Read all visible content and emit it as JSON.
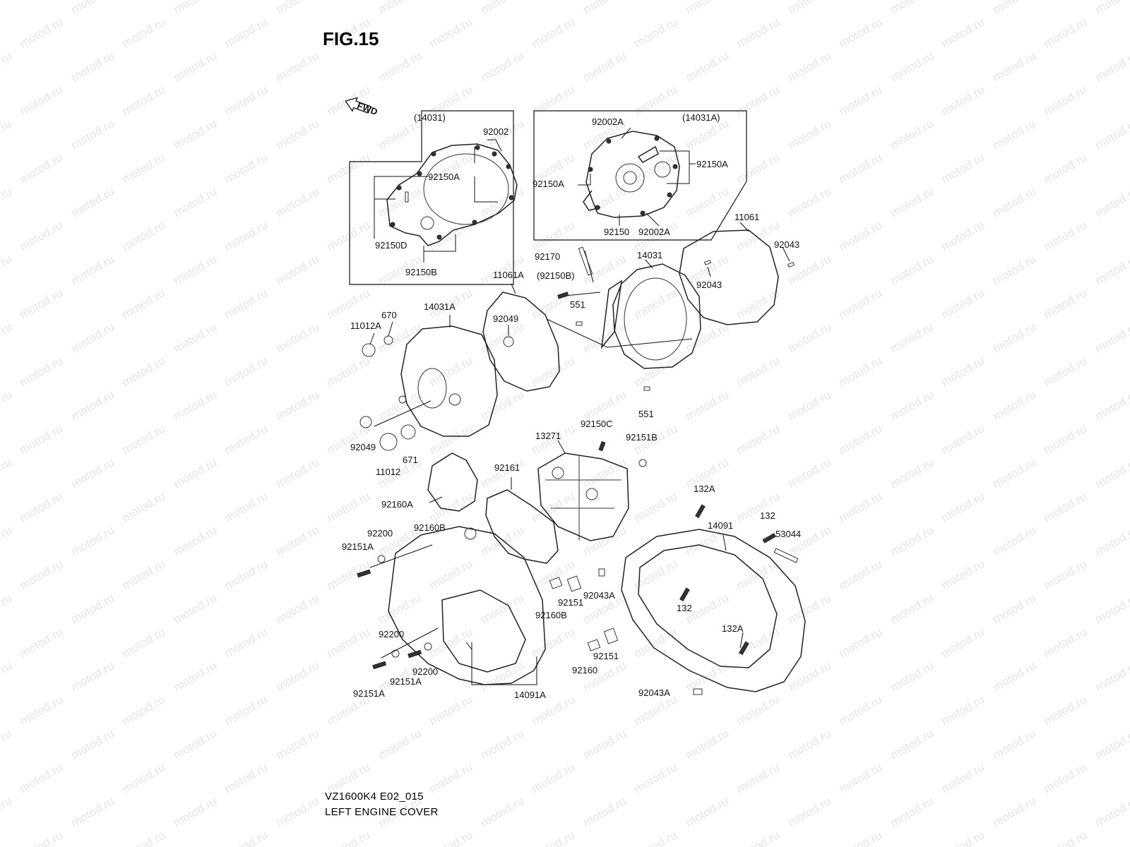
{
  "figure": {
    "title": "FIG.15",
    "model_code": "VZ1600K4 E02_015",
    "caption": "LEFT ENGINE COVER",
    "watermark": "motod.ru",
    "fwd_label": "FWD"
  },
  "insets": [
    {
      "header": "(14031)",
      "labels": [
        "92002",
        "92150A",
        "92150D",
        "92150B"
      ]
    },
    {
      "header": "(14031A)",
      "labels": [
        "92002A",
        "92150A",
        "92150A",
        "92150",
        "92002A"
      ]
    }
  ],
  "callouts": [
    {
      "id": "c1",
      "text": "(14031)"
    },
    {
      "id": "c2",
      "text": "92002"
    },
    {
      "id": "c3",
      "text": "92150A"
    },
    {
      "id": "c4",
      "text": "92150D"
    },
    {
      "id": "c5",
      "text": "92150B"
    },
    {
      "id": "c6",
      "text": "92002A"
    },
    {
      "id": "c7",
      "text": "(14031A)"
    },
    {
      "id": "c8",
      "text": "92150A"
    },
    {
      "id": "c9",
      "text": "92150A"
    },
    {
      "id": "c10",
      "text": "92150"
    },
    {
      "id": "c11",
      "text": "92002A"
    },
    {
      "id": "c12",
      "text": "11061"
    },
    {
      "id": "c13",
      "text": "92043"
    },
    {
      "id": "c14",
      "text": "92170"
    },
    {
      "id": "c15",
      "text": "14031"
    },
    {
      "id": "c16",
      "text": "(92150B)"
    },
    {
      "id": "c17",
      "text": "92043"
    },
    {
      "id": "c18",
      "text": "11061A"
    },
    {
      "id": "c19",
      "text": "551"
    },
    {
      "id": "c20",
      "text": "92049"
    },
    {
      "id": "c21",
      "text": "14031A"
    },
    {
      "id": "c22",
      "text": "670"
    },
    {
      "id": "c23",
      "text": "11012A"
    },
    {
      "id": "c24",
      "text": "551"
    },
    {
      "id": "c25",
      "text": "92049"
    },
    {
      "id": "c26",
      "text": "671"
    },
    {
      "id": "c27",
      "text": "11012"
    },
    {
      "id": "c28",
      "text": "92150C"
    },
    {
      "id": "c29",
      "text": "13271"
    },
    {
      "id": "c30",
      "text": "92151B"
    },
    {
      "id": "c31",
      "text": "92161"
    },
    {
      "id": "c32",
      "text": "92160A"
    },
    {
      "id": "c33",
      "text": "132A"
    },
    {
      "id": "c34",
      "text": "132"
    },
    {
      "id": "c35",
      "text": "14091"
    },
    {
      "id": "c36",
      "text": "53044"
    },
    {
      "id": "c37",
      "text": "92160B"
    },
    {
      "id": "c38",
      "text": "92200"
    },
    {
      "id": "c39",
      "text": "92151A"
    },
    {
      "id": "c40",
      "text": "92151"
    },
    {
      "id": "c41",
      "text": "92043A"
    },
    {
      "id": "c42",
      "text": "92160B"
    },
    {
      "id": "c43",
      "text": "132"
    },
    {
      "id": "c44",
      "text": "92200"
    },
    {
      "id": "c45",
      "text": "132A"
    },
    {
      "id": "c46",
      "text": "92151"
    },
    {
      "id": "c47",
      "text": "92200"
    },
    {
      "id": "c48",
      "text": "92151A"
    },
    {
      "id": "c49",
      "text": "92160"
    },
    {
      "id": "c50",
      "text": "92151A"
    },
    {
      "id": "c51",
      "text": "14091A"
    },
    {
      "id": "c52",
      "text": "92043A"
    }
  ]
}
